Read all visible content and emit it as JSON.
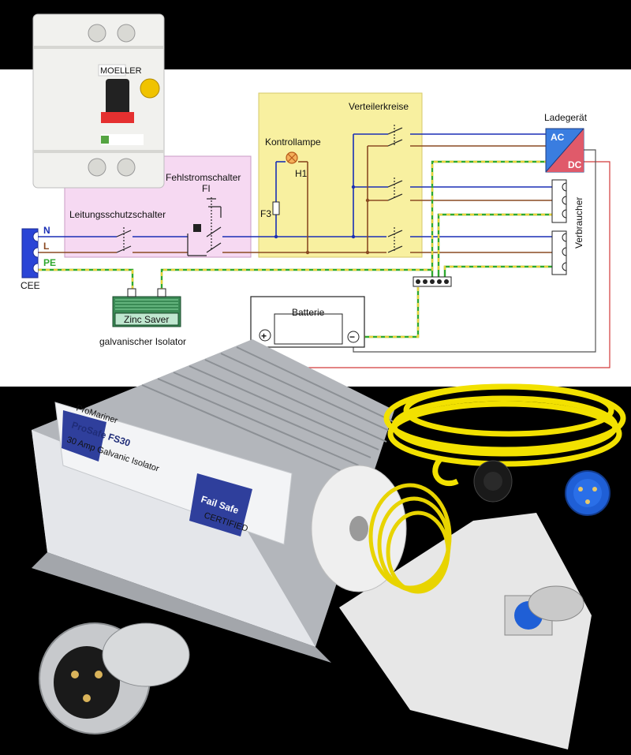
{
  "diagram": {
    "labels": {
      "cee": "CEE",
      "n": "N",
      "l": "L",
      "pe": "PE",
      "leitungsschutzschalter": "Leitungsschutzschalter",
      "fehlerstromschalter": "Fehlstromschalter",
      "fi": "FI",
      "kontrollampe": "Kontrollampe",
      "h1": "H1",
      "f3": "F3",
      "verteilerkreise": "Verteilerkreise",
      "ladegeraet": "Ladegerät",
      "ac": "AC",
      "dc": "DC",
      "verbraucher": "Verbraucher",
      "batterie": "Batterie",
      "plus": "+",
      "minus": "−",
      "zinc_saver": "Zinc Saver",
      "galvanischer_isolator": "galvanischer Isolator"
    },
    "colors": {
      "neutral": "#1a2fb5",
      "live": "#8a4a22",
      "earth_green": "#2fa82f",
      "earth_yellow": "#e8d23a",
      "dc_red": "#d23a3a",
      "fi_zone": "#f6d9f2",
      "distribution_zone": "#f8f0a0",
      "charger_fill": "#3a7de0"
    }
  },
  "products": {
    "breaker_brand": "MOELLER",
    "isolator_brand": "ProMariner",
    "isolator_model": "ProSafe FS30",
    "isolator_subtitle": "30 Amp Galvanic Isolator",
    "failsafe_badge": "Fail Safe",
    "certified": "CERTIFIED"
  }
}
